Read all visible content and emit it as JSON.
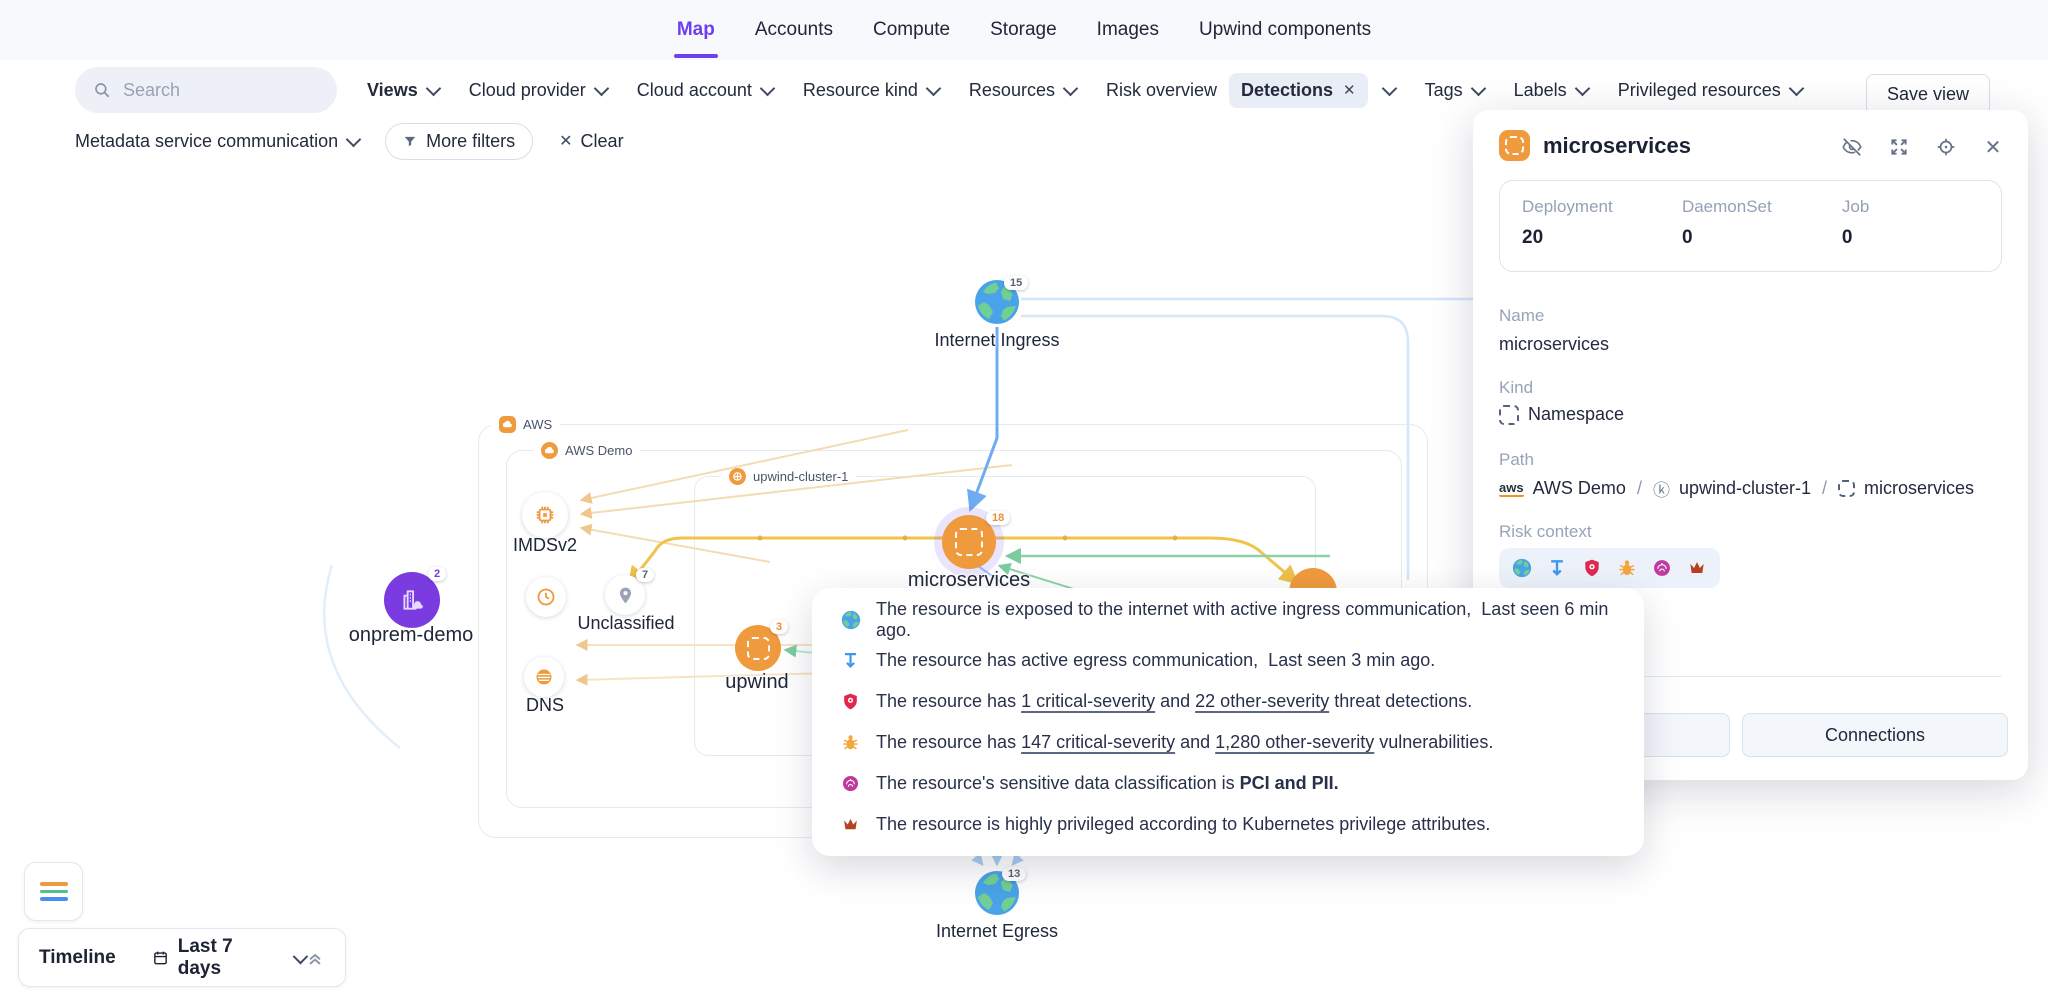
{
  "colors": {
    "accent_purple": "#6d3ff2",
    "node_orange": "#f09a3e",
    "node_purple": "#7a3be0",
    "line_yellow": "#f1c34b",
    "line_blue": "#6fabf0",
    "line_green": "#8ad2a8",
    "severity_red": "#e0284f",
    "bug_orange": "#f2a63c",
    "data_magenta": "#bf3aa0",
    "crown_rust": "#b5421f"
  },
  "icons": {
    "close_glyph": "✕",
    "aws_logo_text": "aws",
    "k8s_glyph": "ⓚ"
  },
  "nav": {
    "tabs": [
      {
        "label": "Map"
      },
      {
        "label": "Accounts"
      },
      {
        "label": "Compute"
      },
      {
        "label": "Storage"
      },
      {
        "label": "Images"
      },
      {
        "label": "Upwind components"
      }
    ]
  },
  "filters": {
    "search_placeholder": "Search",
    "views": "Views",
    "cloud_provider": "Cloud provider",
    "cloud_account": "Cloud account",
    "resource_kind": "Resource kind",
    "resources": "Resources",
    "risk_overview": "Risk overview",
    "risk_chip": "Detections",
    "tags": "Tags",
    "labels": "Labels",
    "privileged_resources": "Privileged resources",
    "save_view": "Save view",
    "metadata_filter": "Metadata service communication",
    "more_filters": "More filters",
    "clear": "Clear"
  },
  "map": {
    "groups": {
      "aws": "AWS",
      "aws_demo": "AWS Demo",
      "cluster": "upwind-cluster-1"
    },
    "nodes": {
      "internet_ingress": {
        "label": "Internet Ingress",
        "badge": "15"
      },
      "imdsv2": {
        "label": "IMDSv2"
      },
      "unclassified": {
        "label": "Unclassified",
        "badge": "7"
      },
      "dns": {
        "label": "DNS"
      },
      "microservices": {
        "label": "microservices",
        "badge": "18"
      },
      "upwind": {
        "label": "upwind",
        "badge": "3"
      },
      "onprem_demo": {
        "label": "onprem-demo",
        "badge": "2"
      },
      "internet_egress": {
        "label": "Internet Egress",
        "badge": "13"
      }
    }
  },
  "panel": {
    "title": "microservices",
    "stats": [
      {
        "label": "Deployment",
        "value": "20"
      },
      {
        "label": "DaemonSet",
        "value": "0"
      },
      {
        "label": "Job",
        "value": "0"
      }
    ],
    "name_label": "Name",
    "name_value": "microservices",
    "kind_label": "Kind",
    "kind_value": "Namespace",
    "path_label": "Path",
    "path_sep": "/",
    "path": [
      {
        "label": "AWS Demo"
      },
      {
        "label": "upwind-cluster-1"
      },
      {
        "label": "microservices"
      }
    ],
    "risk_context_label": "Risk context",
    "connections_button": "Connections"
  },
  "tooltip": {
    "rows": [
      {
        "text": "The resource is exposed to the internet with active ingress communication,  Last seen 6 min ago."
      },
      {
        "text": "The resource has active egress communication,  Last seen 3 min ago."
      },
      {
        "pre": "The resource has ",
        "link1": "1 critical-severity",
        "mid": " and ",
        "link2": "22 other-severity",
        "post": " threat detections."
      },
      {
        "pre": "The resource has ",
        "link1": "147 critical-severity",
        "mid": " and ",
        "link2": "1,280 other-severity",
        "post": " vulnerabilities."
      },
      {
        "pre": "The resource's sensitive data classification is ",
        "bold": "PCI and PII."
      },
      {
        "text": "The resource is highly privileged according to Kubernetes privilege attributes."
      }
    ]
  },
  "timeline": {
    "title": "Timeline",
    "range": "Last 7 days"
  }
}
